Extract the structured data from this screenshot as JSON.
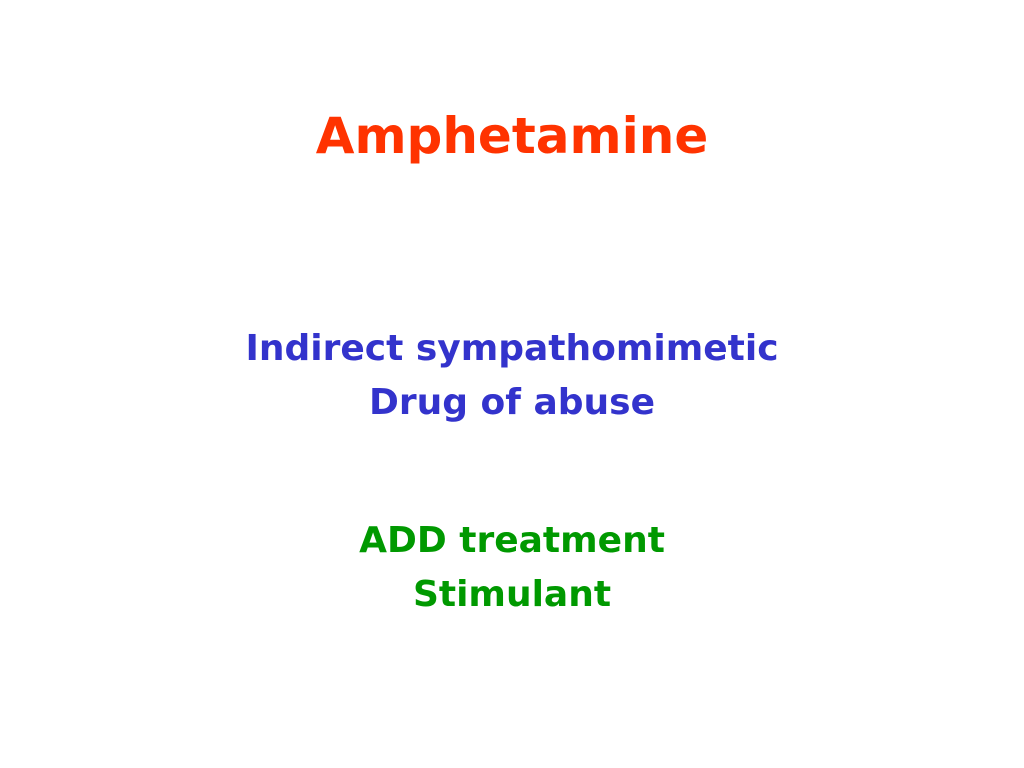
{
  "slide": {
    "title": "Amphetamine",
    "blue_lines": [
      "Indirect sympathomimetic",
      "Drug of abuse"
    ],
    "green_lines": [
      "ADD treatment",
      "Stimulant"
    ]
  },
  "colors": {
    "title": "#ff3300",
    "blue": "#3333cc",
    "green": "#009900",
    "background": "#ffffff"
  }
}
